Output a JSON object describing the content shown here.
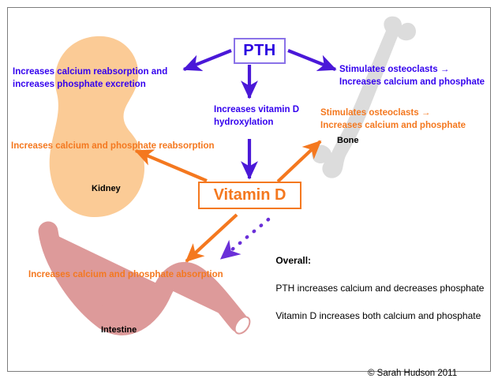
{
  "diagram": {
    "title": "PTH and Vitamin D effects on calcium and phosphate",
    "credit": "© Sarah Hudson 2011",
    "colors": {
      "pth_blue": "#3300ee",
      "pth_box_border": "#8a72e8",
      "vitamin_d_orange": "#f4781f",
      "kidney_fill": "#fbcb96",
      "bone_fill": "#dcdcdc",
      "intestine_fill": "#dd9a9a",
      "frame_border": "#7d7d7d"
    }
  },
  "nodes": {
    "pth": "PTH",
    "vitamin_d": "Vitamin D"
  },
  "organs": {
    "kidney": "Kidney",
    "bone": "Bone",
    "intestine": "Intestine"
  },
  "pth_effects": {
    "kidney_line1": "Increases calcium reabsorption and",
    "kidney_line2": "increases phosphate excretion",
    "vitamin_d_line1": "Increases vitamin D",
    "vitamin_d_line2": "hydroxylation",
    "bone_line1": "Stimulates osteoclasts →",
    "bone_line2": "Increases calcium and phosphate"
  },
  "vitamin_d_effects": {
    "bone_line1": "Stimulates osteoclasts →",
    "bone_line2": "Increases calcium and phosphate",
    "kidney": "Increases calcium and phosphate reabsorption",
    "intestine": "Increases calcium and phosphate absorption"
  },
  "summary": {
    "heading": "Overall:",
    "line1": "PTH increases calcium and decreases phosphate",
    "line2": "Vitamin D increases both calcium and phosphate"
  }
}
